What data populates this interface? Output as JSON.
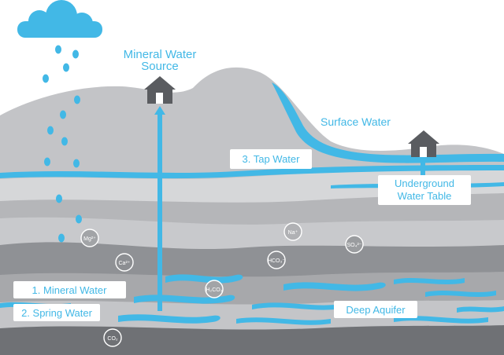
{
  "labels": {
    "mineral_source_line1": "Mineral Water",
    "mineral_source_line2": "Source",
    "surface_water": "Surface Water",
    "tap_water": "3. Tap Water",
    "underground_line1": "Underground",
    "underground_line2": "Water Table",
    "mineral_water": "1. Mineral Water",
    "spring_water": "2. Spring Water",
    "deep_aquifer": "Deep Aquifer"
  },
  "ions": {
    "mg": "Mg²⁺",
    "ca": "Ca²⁺",
    "h2co3": "H₂CO₃",
    "na": "Na⁺",
    "hco3": "HCO₃⁻",
    "so4": "SO₄²⁻",
    "co2": "CO₂"
  },
  "colors": {
    "water": "#42b8e6",
    "layer_light": "#d4d5d7",
    "layer_mid": "#b9babd",
    "layer_dark": "#8e9094",
    "layer_darkest": "#6d6f73",
    "house": "#5a5c60"
  }
}
